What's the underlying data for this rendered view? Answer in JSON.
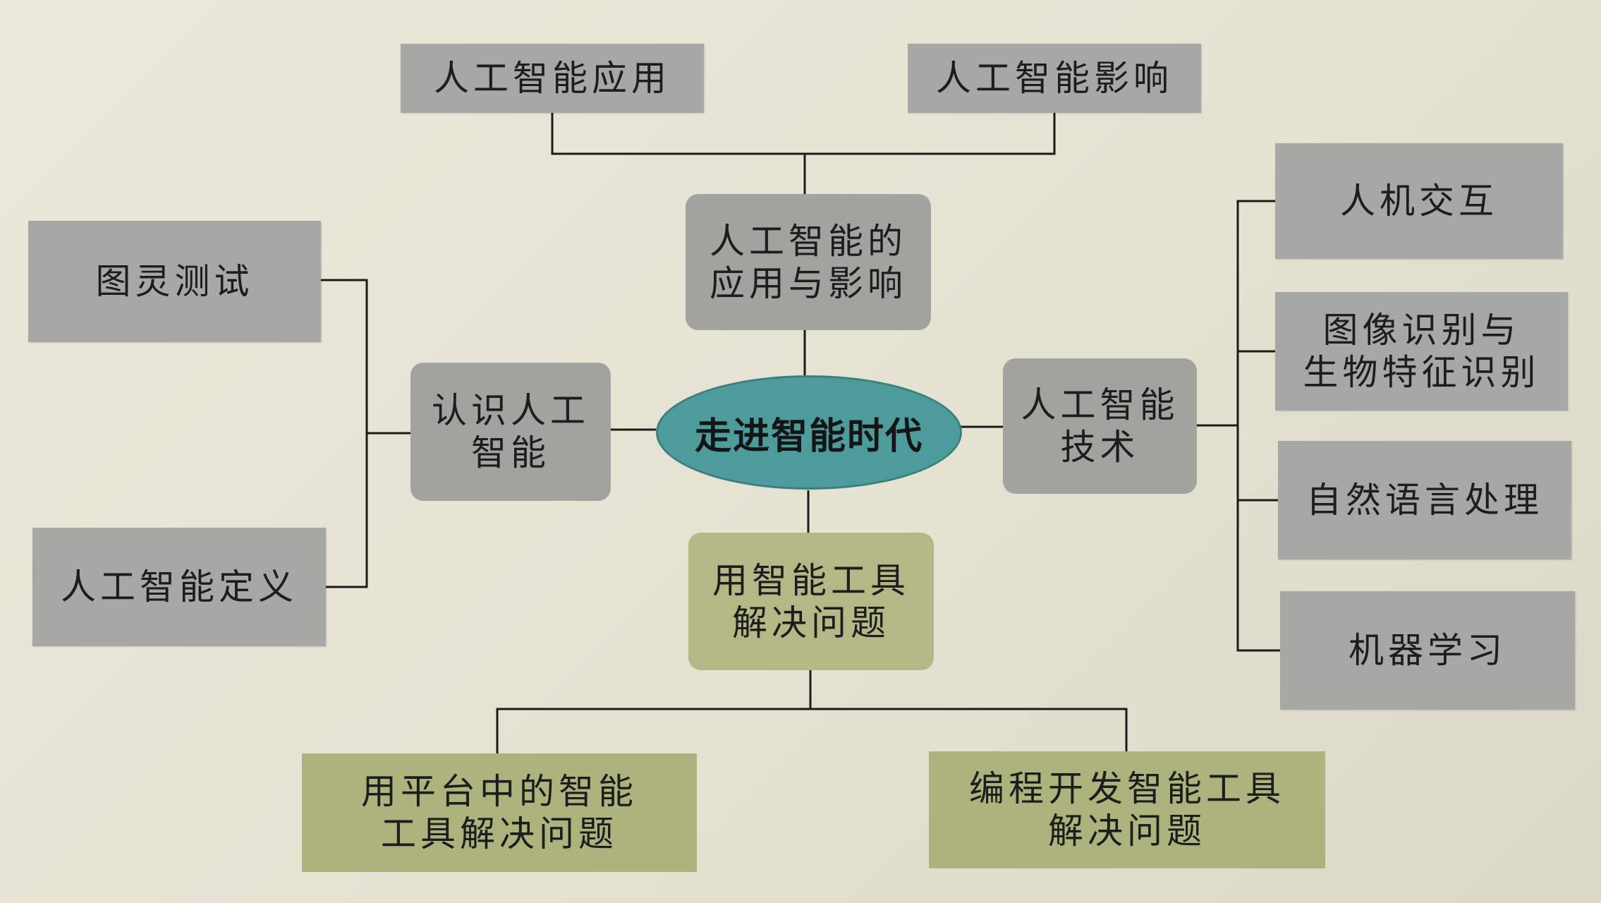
{
  "root": "走进智能时代",
  "branches": {
    "top": {
      "label": "人工智能的\n应用与影响",
      "children": [
        "人工智能应用",
        "人工智能影响"
      ]
    },
    "left": {
      "label": "认识人工\n智能",
      "children": [
        "图灵测试",
        "人工智能定义"
      ]
    },
    "right": {
      "label": "人工智能\n技术",
      "children": [
        "人机交互",
        "图像识别与\n生物特征识别",
        "自然语言处理",
        "机器学习"
      ]
    },
    "bottom": {
      "label": "用智能工具\n解决问题",
      "children": [
        "用平台中的智能\n工具解决问题",
        "编程开发智能工具\n解决问题"
      ]
    }
  },
  "colors": {
    "root_fill": "#4e9b9c",
    "grey_box": "#a7a7a5",
    "olive_box": "#b6b787",
    "connector": "#1a1a1a"
  }
}
